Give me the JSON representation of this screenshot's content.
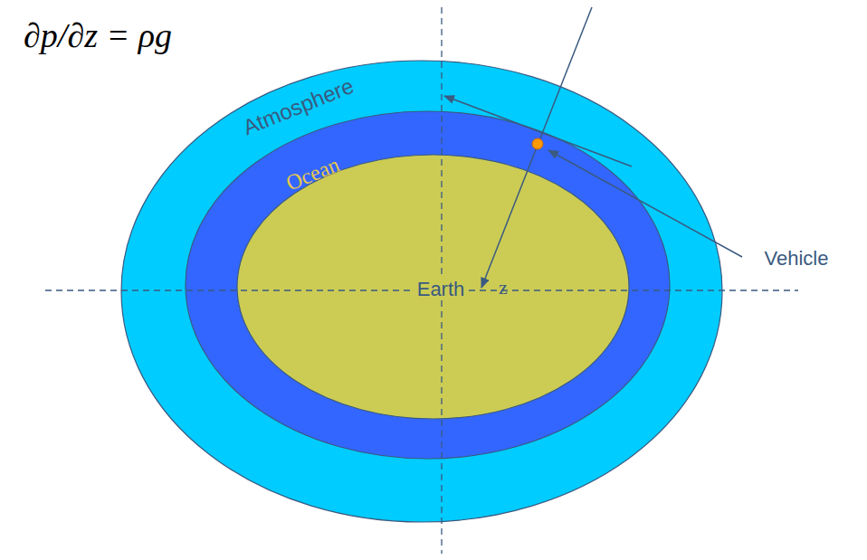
{
  "diagram": {
    "nodes": [
      {
        "text": [
          "Atmosphere"
        ]
      },
      {
        "text": [
          "Ocean"
        ],
        "in": 0
      },
      {
        "text": [
          "Earth"
        ],
        "in": 1
      }
    ],
    "labels": [
      "∂p/∂z = ρg",
      "z",
      "Vehicle"
    ]
  }
}
